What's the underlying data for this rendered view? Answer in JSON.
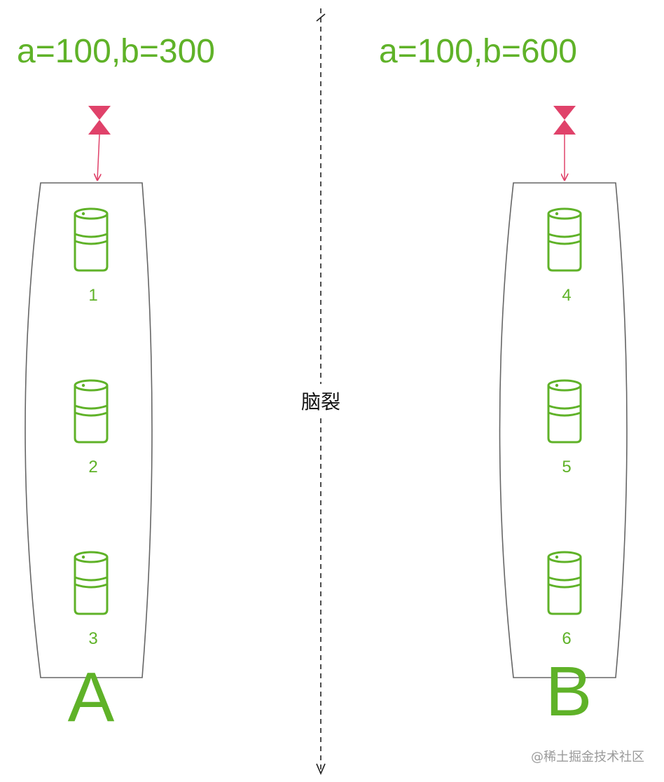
{
  "colors": {
    "green": "#5fb228",
    "pink": "#e0426a",
    "outline": "#666666",
    "divider": "#222222"
  },
  "left": {
    "state_label": "a=100,b=300",
    "cluster_name": "A",
    "nodes": [
      "1",
      "2",
      "3"
    ]
  },
  "right": {
    "state_label": "a=100,b=600",
    "cluster_name": "B",
    "nodes": [
      "4",
      "5",
      "6"
    ]
  },
  "divider_label": "脑裂",
  "watermark": "@稀土掘金技术社区",
  "icons": {
    "client": "hourglass-icon",
    "node": "database-cylinder-icon"
  }
}
